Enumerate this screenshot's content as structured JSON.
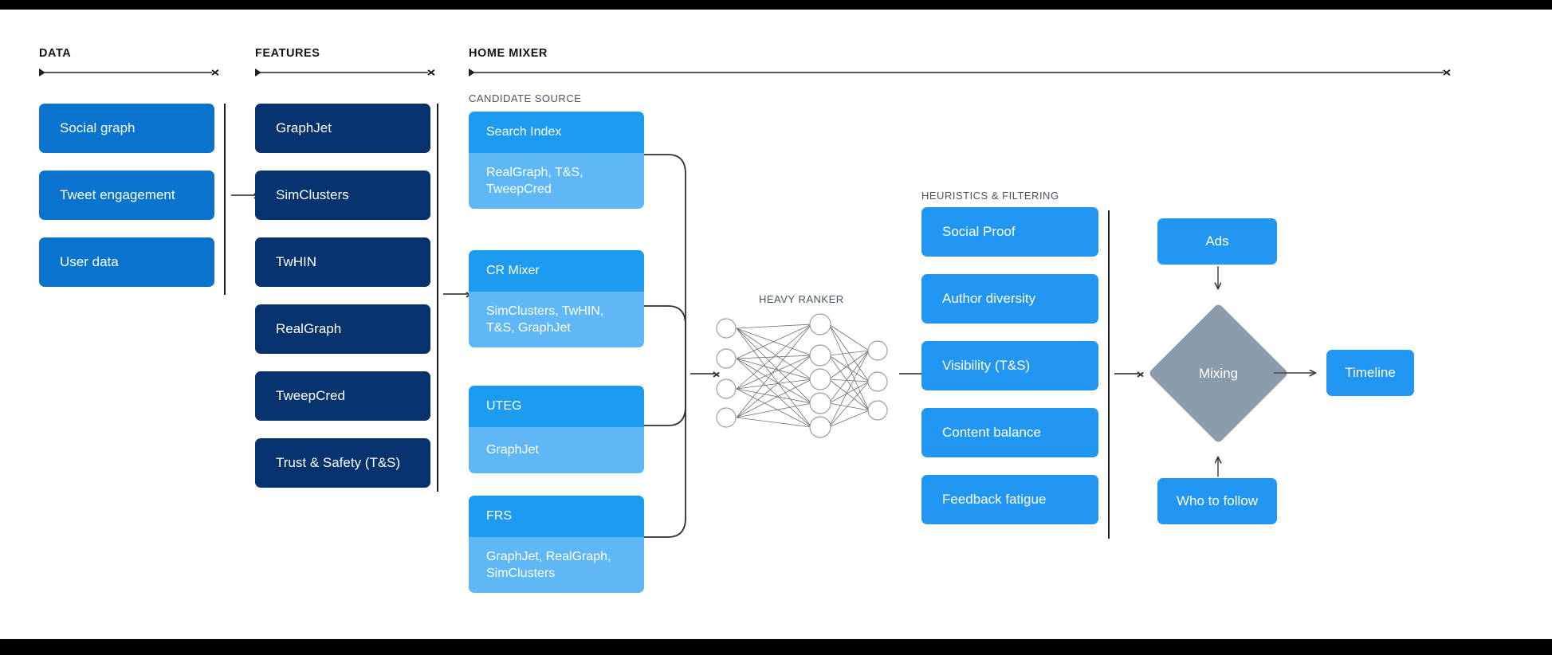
{
  "canvas": {
    "background": "#ffffff",
    "letterbox_color": "#000000",
    "accent_blue": "#1d9bf0",
    "data_blue": "#0a73cd",
    "feature_navy": "#06326e",
    "candidate_body_blue": "#5fb8f5",
    "heuristic_blue": "#2196f3",
    "diamond_gray": "#8b9bab",
    "line_gray": "#55585c"
  },
  "sections": [
    {
      "id": "data",
      "title": "DATA"
    },
    {
      "id": "features",
      "title": "FEATURES"
    },
    {
      "id": "mixer",
      "title": "HOME MIXER"
    }
  ],
  "subheads": {
    "candidate_source": "CANDIDATE SOURCE",
    "heavy_ranker": "HEAVY RANKER",
    "heuristics": "HEURISTICS & FILTERING"
  },
  "data_column": {
    "items": [
      {
        "label": "Social graph"
      },
      {
        "label": "Tweet engagement"
      },
      {
        "label": "User data"
      }
    ]
  },
  "features_column": {
    "items": [
      {
        "label": "GraphJet"
      },
      {
        "label": "SimClusters"
      },
      {
        "label": "TwHIN"
      },
      {
        "label": "RealGraph"
      },
      {
        "label": "TweepCred"
      },
      {
        "label": "Trust & Safety (T&S)"
      }
    ]
  },
  "candidate_sources": [
    {
      "title": "Search Index",
      "features": "RealGraph, T&S,\nTweepCred"
    },
    {
      "title": "CR Mixer",
      "features": "SimClusters, TwHIN,\nT&S, GraphJet"
    },
    {
      "title": "UTEG",
      "features": "GraphJet"
    },
    {
      "title": "FRS",
      "features": "GraphJet, RealGraph,\nSimClusters"
    }
  ],
  "heavy_ranker": {
    "label": "HEAVY RANKER",
    "layers": [
      4,
      5,
      3
    ]
  },
  "heuristics_column": {
    "items": [
      {
        "label": "Social Proof"
      },
      {
        "label": "Author diversity"
      },
      {
        "label": "Visibility (T&S)"
      },
      {
        "label": "Content balance"
      },
      {
        "label": "Feedback fatigue"
      }
    ]
  },
  "output_stage": {
    "ads": "Ads",
    "mixing": "Mixing",
    "who_to_follow": "Who to follow",
    "timeline": "Timeline"
  }
}
